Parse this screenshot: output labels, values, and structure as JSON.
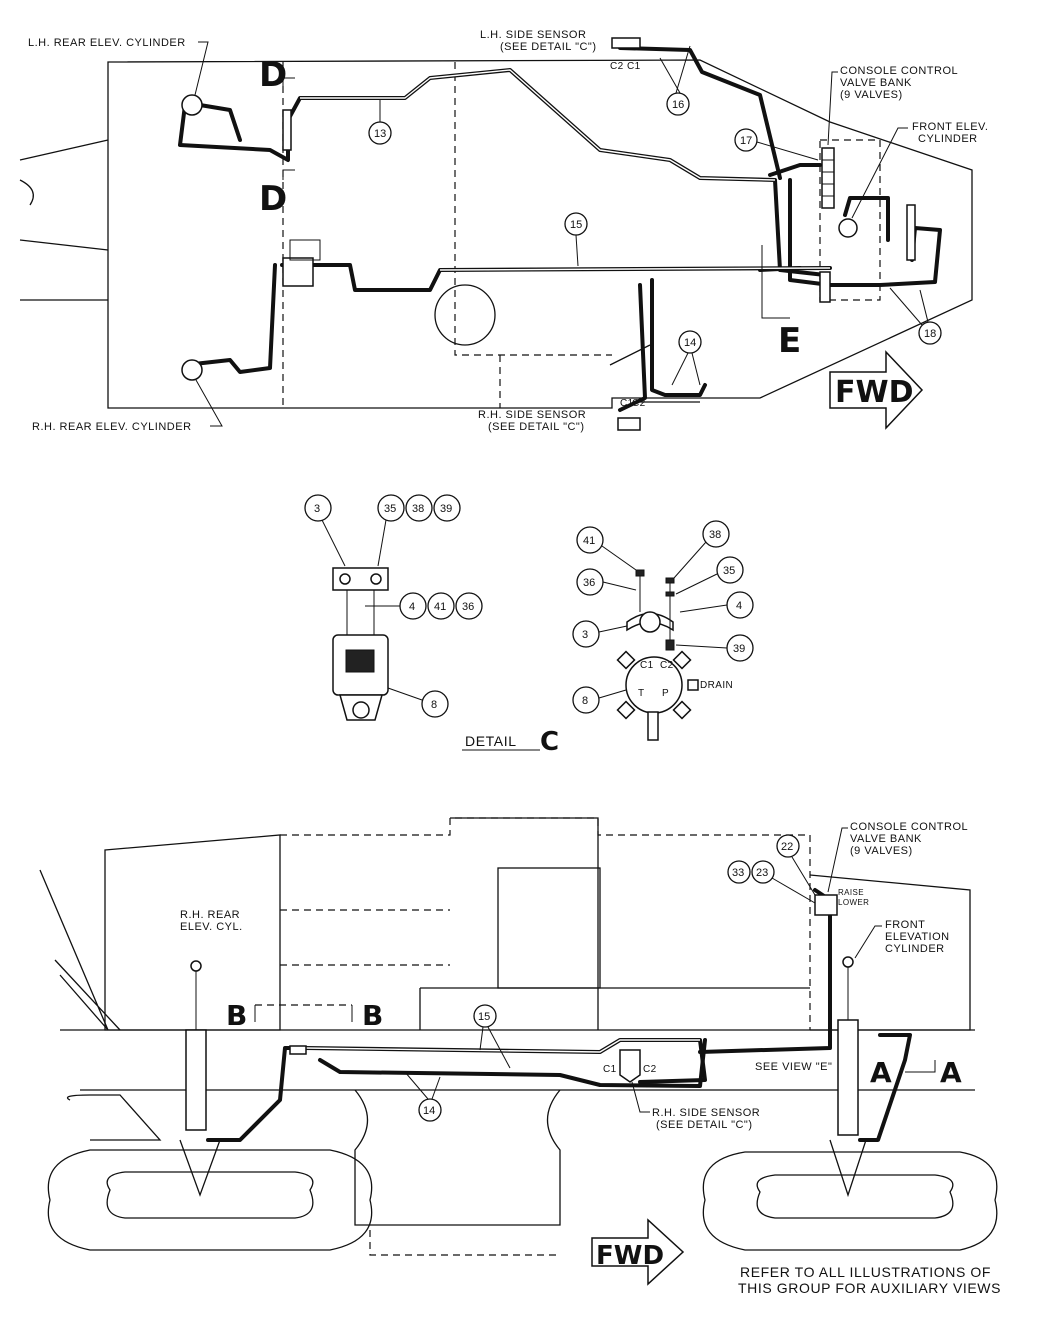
{
  "top_view": {
    "lh_rear_cyl": "L.H. REAR ELEV. CYLINDER",
    "rh_rear_cyl": "R.H. REAR ELEV. CYLINDER",
    "lh_sensor_1": "L.H. SIDE SENSOR",
    "lh_sensor_2": "(SEE DETAIL \"C\")",
    "rh_sensor_1": "R.H. SIDE SENSOR",
    "rh_sensor_2": "(SEE DETAIL \"C\")",
    "console_1": "CONSOLE CONTROL",
    "console_2": "VALVE BANK",
    "console_3": "(9 VALVES)",
    "front_cyl_1": "FRONT ELEV.",
    "front_cyl_2": "CYLINDER",
    "port_c2": "C2",
    "port_c1": "C1",
    "section_d_top": "D",
    "section_d_bottom": "D",
    "section_e": "E",
    "callouts": [
      "13",
      "14",
      "15",
      "16",
      "17",
      "18"
    ],
    "fwd": "FWD"
  },
  "detail_c": {
    "title_prefix": "DETAIL",
    "title_letter": "C",
    "drain": "DRAIN",
    "ports": [
      "C1",
      "C2",
      "P",
      "T"
    ],
    "callouts": [
      "3",
      "35",
      "38",
      "39",
      "4",
      "41",
      "36",
      "8",
      "41",
      "38",
      "36",
      "35",
      "4",
      "3",
      "39",
      "8"
    ]
  },
  "side_view": {
    "rh_rear_cyl_1": "R.H. REAR",
    "rh_rear_cyl_2": "ELEV. CYL.",
    "console_1": "CONSOLE CONTROL",
    "console_2": "VALVE BANK",
    "console_3": "(9 VALVES)",
    "front_cyl_1": "FRONT",
    "front_cyl_2": "ELEVATION",
    "front_cyl_3": "CYLINDER",
    "raise_lower_1": "RAISE",
    "raise_lower_2": "LOWER",
    "rh_sensor_1": "R.H. SIDE SENSOR",
    "rh_sensor_2": "(SEE DETAIL \"C\")",
    "see_view": "SEE VIEW \"E\"",
    "port_c1": "C1",
    "port_c2": "C2",
    "section_b_left": "B",
    "section_b_right": "B",
    "section_a_left": "A",
    "section_a_right": "A",
    "callouts": [
      "22",
      "33",
      "23",
      "15",
      "14"
    ],
    "fwd": "FWD"
  },
  "note_1": "REFER TO ALL ILLUSTRATIONS OF",
  "note_2": "THIS GROUP FOR AUXILIARY VIEWS"
}
